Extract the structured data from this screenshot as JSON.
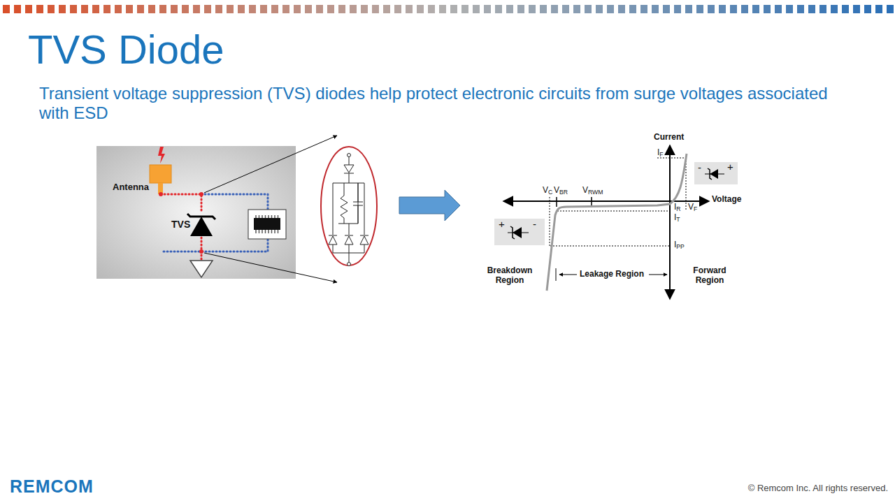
{
  "diagram": {
    "title": "TVS Diode",
    "labels": [
      "Transient voltage suppression (TVS) diodes help protect electronic circuits from surge voltages associated with ESD",
      "Antenna",
      "TVS",
      "Current",
      "IF",
      "VC",
      "VBR",
      "VRWM",
      "IR",
      "VF",
      "IT",
      "IPP",
      "Voltage",
      "Breakdown Region",
      "Leakage Region",
      "Forward Region",
      "-",
      "+",
      "+",
      "-",
      "REMCOM",
      "© Remcom Inc. All rights reserved."
    ]
  }
}
